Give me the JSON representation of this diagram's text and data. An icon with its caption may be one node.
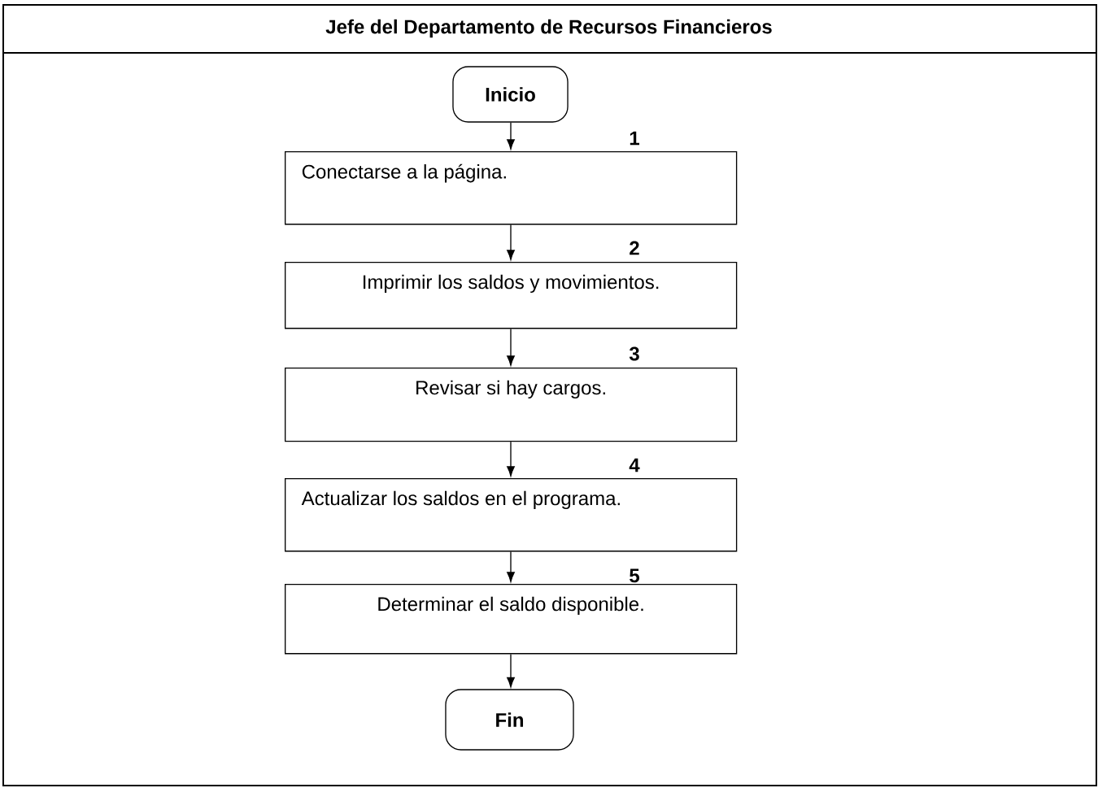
{
  "diagram": {
    "nodes": [
      {
        "text": [
          "Jefe del Departamento de Recursos Financieros"
        ]
      },
      {
        "text": [
          "Inicio"
        ],
        "in": 0
      },
      {
        "text": [
          "Conectarse a la página."
        ],
        "beside": [
          "1"
        ],
        "in": 0
      },
      {
        "text": [
          "Imprimir los saldos y movimientos."
        ],
        "beside": [
          "2"
        ],
        "in": 0
      },
      {
        "text": [
          "Revisar si hay cargos."
        ],
        "beside": [
          "3"
        ],
        "in": 0
      },
      {
        "text": [
          "Actualizar los saldos en el programa."
        ],
        "beside": [
          "4"
        ],
        "in": 0
      },
      {
        "text": [
          "Determinar el saldo disponible."
        ],
        "beside": [
          "5"
        ],
        "in": 0
      },
      {
        "text": [
          "Fin"
        ],
        "in": 0
      }
    ],
    "edges": [
      {
        "from": 1,
        "to": 2,
        "arrow": "to"
      },
      {
        "from": 2,
        "to": 3,
        "arrow": "to"
      },
      {
        "from": 3,
        "to": 4,
        "arrow": "to"
      },
      {
        "from": 4,
        "to": 5,
        "arrow": "to"
      },
      {
        "from": 5,
        "to": 6,
        "arrow": "to"
      },
      {
        "from": 6,
        "to": 7,
        "arrow": "to"
      }
    ]
  }
}
